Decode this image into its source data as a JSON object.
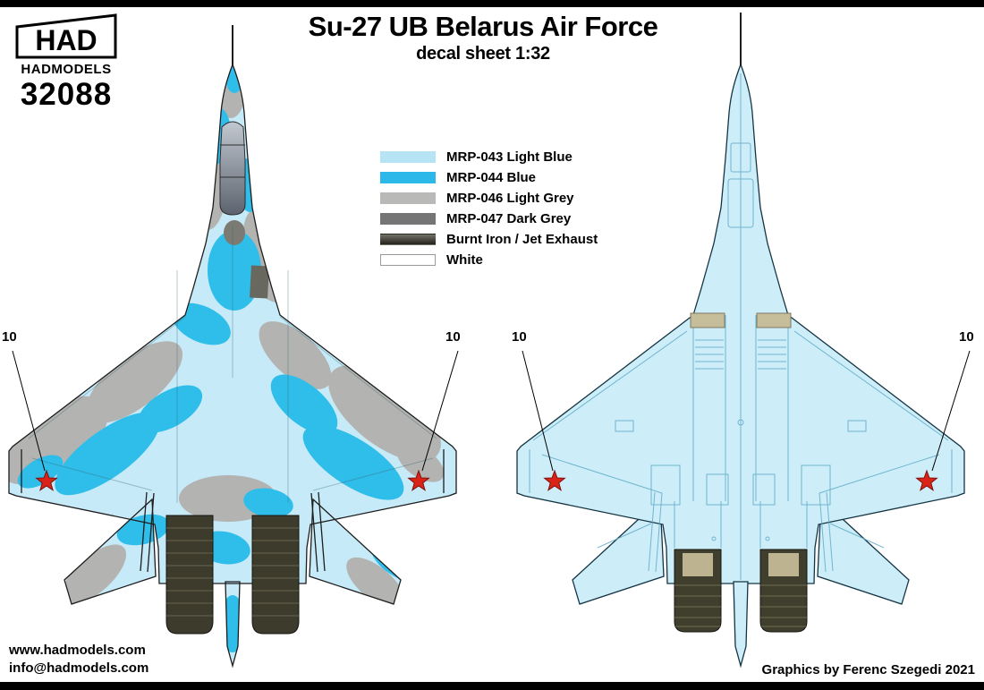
{
  "page": {
    "title": "Su-27 UB Belarus Air Force",
    "subtitle": "decal sheet 1:32"
  },
  "brand": {
    "logo_text": "HAD",
    "name": "HADMODELS",
    "product_code": "32088"
  },
  "legend": {
    "items": [
      {
        "label": "MRP-043 Light Blue",
        "color": "#b7e4f4"
      },
      {
        "label": "MRP-044 Blue",
        "color": "#2cb8e8"
      },
      {
        "label": "MRP-046 Light Grey",
        "color": "#b9b9b7"
      },
      {
        "label": "MRP-047 Dark Grey",
        "color": "#757575"
      },
      {
        "label": "Burnt Iron / Jet Exhaust",
        "color": "#3e3c2e"
      },
      {
        "label": "White",
        "color": "#ffffff"
      }
    ]
  },
  "decals": {
    "wing_number": "10",
    "star_color": "#da2318"
  },
  "footer": {
    "website": "www.hadmodels.com",
    "email": "info@hadmodels.com",
    "credit": "Graphics by Ferenc Szegedi 2021"
  }
}
